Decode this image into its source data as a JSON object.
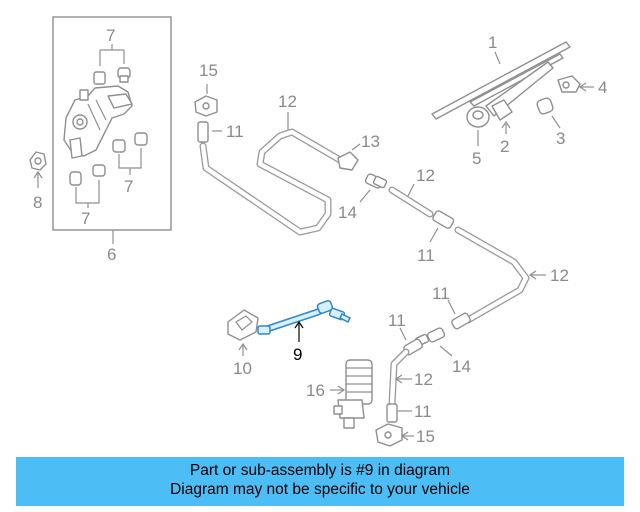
{
  "callouts": {
    "c1": "1",
    "c2": "2",
    "c3": "3",
    "c4": "4",
    "c5": "5",
    "c6": "6",
    "c7a": "7",
    "c7b": "7",
    "c7c": "7",
    "c8": "8",
    "c9": "9",
    "c10": "10",
    "c11a": "11",
    "c11b": "11",
    "c11c": "11",
    "c11d": "11",
    "c11e": "11",
    "c12a": "12",
    "c12b": "12",
    "c12c": "12",
    "c12d": "12",
    "c13": "13",
    "c14a": "14",
    "c14b": "14",
    "c15a": "15",
    "c15b": "15",
    "c16": "16"
  },
  "highlight_color": "#4dbdf5",
  "banner": {
    "line1": "Part or sub-assembly is #9 in diagram",
    "line2": "Diagram may not be specific to your vehicle"
  }
}
